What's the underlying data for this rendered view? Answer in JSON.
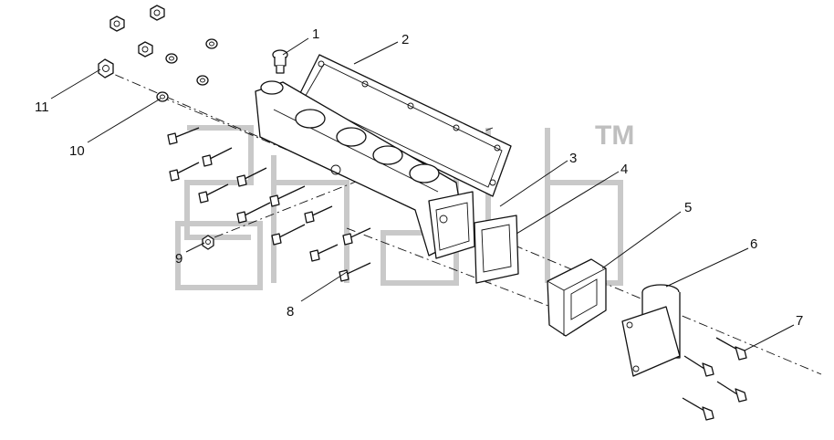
{
  "diagram": {
    "callouts": [
      {
        "id": "c1",
        "label": "1"
      },
      {
        "id": "c2",
        "label": "2"
      },
      {
        "id": "c3",
        "label": "3"
      },
      {
        "id": "c4",
        "label": "4"
      },
      {
        "id": "c5",
        "label": "5"
      },
      {
        "id": "c6",
        "label": "6"
      },
      {
        "id": "c7",
        "label": "7"
      },
      {
        "id": "c8",
        "label": "8"
      },
      {
        "id": "c9",
        "label": "9"
      },
      {
        "id": "c10",
        "label": "10"
      },
      {
        "id": "c11",
        "label": "11"
      }
    ],
    "watermark": {
      "mark": "TM",
      "color": "#c9c9c9"
    },
    "line_color": "#111111",
    "background": "#ffffff"
  }
}
